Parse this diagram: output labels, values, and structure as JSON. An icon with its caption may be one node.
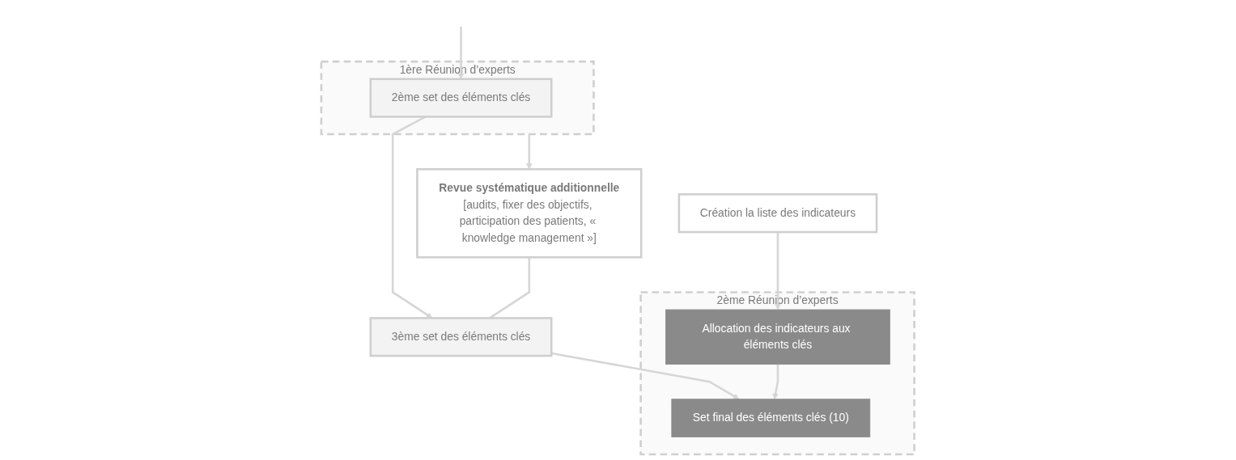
{
  "diagram": {
    "nodes": [
      {
        "text": [
          "1ère Réunion d’experts"
        ]
      },
      {
        "text": [
          "2ème set des éléments clés"
        ],
        "in": 0
      },
      {
        "text": [
          "Revue systématique additionnelle",
          "[audits, fixer des objectifs, participation des patients, « knowledge management »]"
        ]
      },
      {
        "text": [
          "3ème set des éléments clés"
        ]
      },
      {
        "text": [
          "Création la liste des indicateurs"
        ]
      },
      {
        "text": [
          "2ème Réunion d’experts"
        ]
      },
      {
        "text": [
          "Set final des éléments clés (10)"
        ],
        "in": 5
      },
      {
        "text": [
          "Allocation des indicateurs aux éléments clés"
        ],
        "in": 5
      }
    ],
    "edges": [
      {
        "from": null,
        "to": 1,
        "arrow": "to"
      },
      {
        "from": 1,
        "to": 3,
        "arrow": "to"
      },
      {
        "from": 0,
        "to": 2,
        "arrow": "to"
      },
      {
        "from": 2,
        "to": 3,
        "arrow": "none"
      },
      {
        "from": 3,
        "to": 6,
        "arrow": "to"
      },
      {
        "from": 4,
        "to": 7,
        "arrow": "to"
      },
      {
        "from": 7,
        "to": 6,
        "arrow": "to"
      }
    ]
  }
}
